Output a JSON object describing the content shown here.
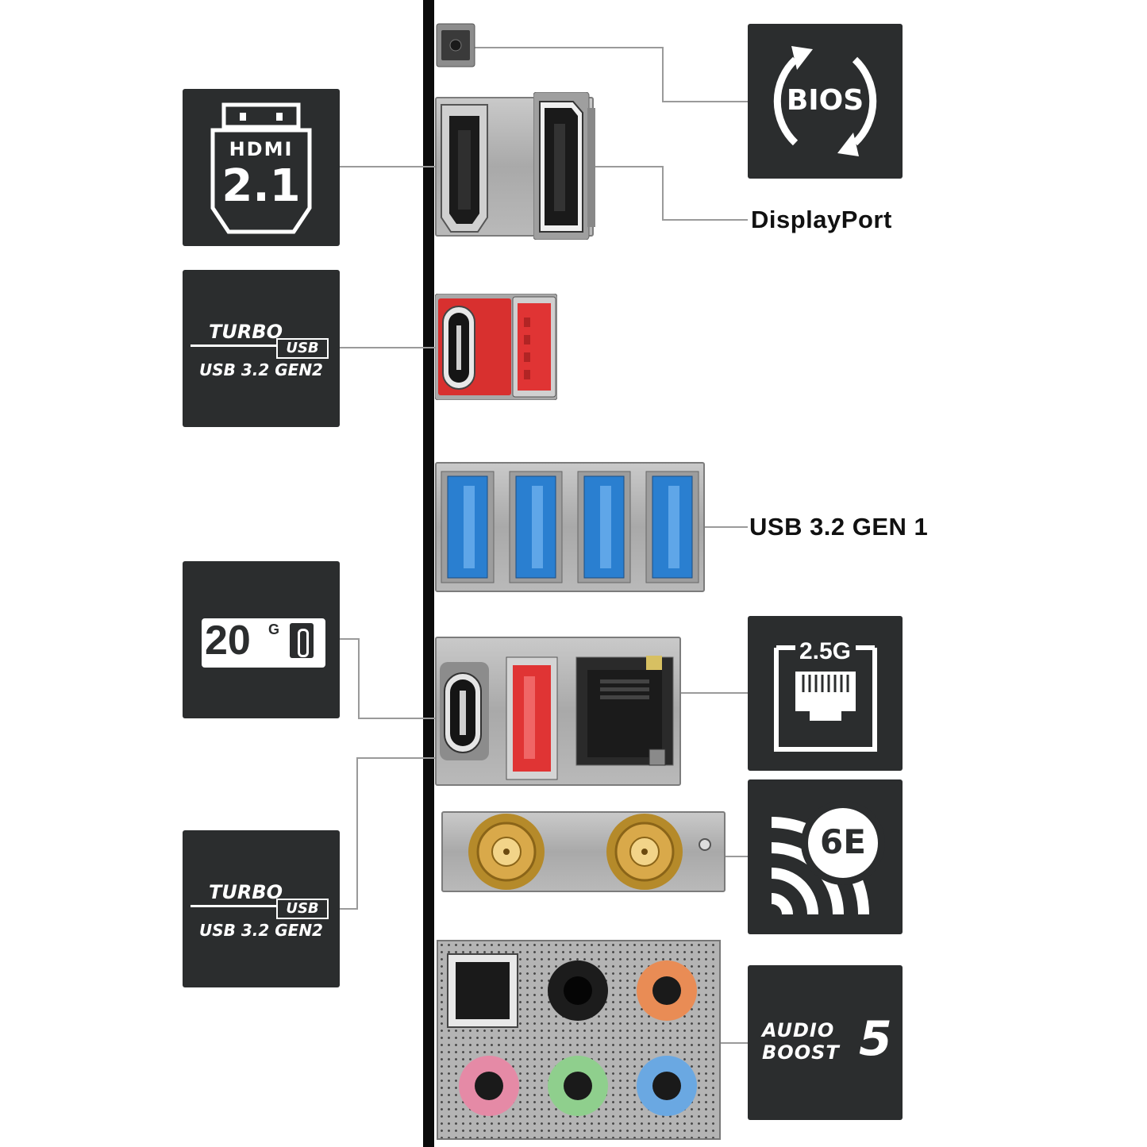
{
  "labels": {
    "displayport": "DisplayPort",
    "usb_gen1": "USB 3.2 GEN 1"
  },
  "badges": {
    "bios": {
      "text": "BIOS"
    },
    "hdmi": {
      "logo": "HDMI",
      "version": "2.1"
    },
    "turbo_usb_top": {
      "line1": "TURBO",
      "tag": "USB",
      "line2": "USB 3.2 GEN2"
    },
    "usb20g": {
      "value": "20",
      "unit": "G"
    },
    "turbo_usb_bottom": {
      "line1": "TURBO",
      "tag": "USB",
      "line2": "USB 3.2 GEN2"
    },
    "lan": {
      "speed": "2.5G"
    },
    "wifi": {
      "text": "6E"
    },
    "audio": {
      "line1": "AUDIO",
      "line2": "BOOST",
      "num": "5"
    }
  },
  "colors": {
    "badge_bg": "#2b2d2e",
    "usb3_blue": "#2a7fd0",
    "usb_red": "#e03434",
    "gold": "#c9962f",
    "jack_orange": "#e98c55",
    "jack_pink": "#e58aa6",
    "jack_green": "#8fcf8d",
    "jack_blue": "#6aa8e2",
    "jack_black": "#1c1c1c"
  }
}
